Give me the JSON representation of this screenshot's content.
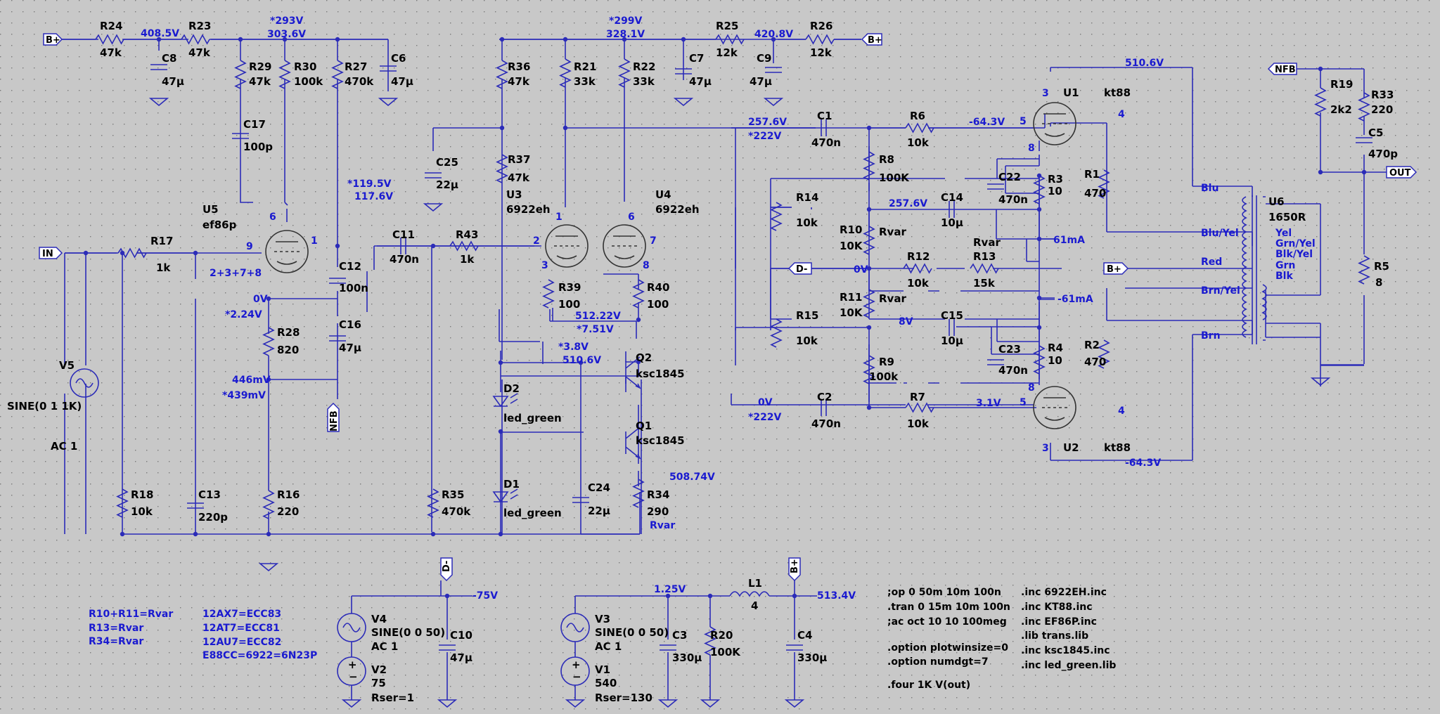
{
  "flags": {
    "bplus": "B+",
    "in": "IN",
    "nfb": "NFB",
    "out": "OUT",
    "dminus": "D-"
  },
  "v": {
    "n1": "408.5V",
    "n2": "*293V",
    "n3": "303.6V",
    "n4": "*299V",
    "n5": "328.1V",
    "n6": "420.8V",
    "n7": "510.6V",
    "n8": "257.6V",
    "n9": "*222V",
    "n10": "-64.3V",
    "n11": "*119.5V",
    "n12": "117.6V",
    "n13": "257.6V",
    "n14": "61mA",
    "n15": "0V",
    "n16": "-61mA",
    "n17": "8V",
    "n18": "0V",
    "n19": "*2.24V",
    "n20": "446mV",
    "n21": "*439mV",
    "n22": "512.22V",
    "n23": "*7.51V",
    "n24": "*3.8V",
    "n25": "510.6V",
    "n26": "0V",
    "n27": "*222V",
    "n28": "3.1V",
    "n29": "508.74V",
    "n30": "-64.3V",
    "n31": "-75V",
    "n32": "1.25V",
    "n33": "513.4V",
    "n34": "2+3+7+8",
    "n35": "Rvar"
  },
  "c": {
    "R24": [
      "R24",
      "47k"
    ],
    "R23": [
      "R23",
      "47k"
    ],
    "C8": [
      "C8",
      "47μ"
    ],
    "R29": [
      "R29",
      "47k"
    ],
    "R30": [
      "R30",
      "100k"
    ],
    "R27": [
      "R27",
      "470k"
    ],
    "C6": [
      "C6",
      "47μ"
    ],
    "C17": [
      "C17",
      "100p"
    ],
    "U5": [
      "U5",
      "ef86p"
    ],
    "R17": [
      "R17",
      "1k"
    ],
    "C12": [
      "C12",
      "100n"
    ],
    "C16": [
      "C16",
      "47μ"
    ],
    "R28": [
      "R28",
      "820"
    ],
    "R16": [
      "R16",
      "220"
    ],
    "R18": [
      "R18",
      "10k"
    ],
    "C13": [
      "C13",
      "220p"
    ],
    "V5": [
      "V5",
      "SINE(0 1 1K)"
    ],
    "V5b": "AC 1",
    "C11": [
      "C11",
      "470n"
    ],
    "R43": [
      "R43",
      "1k"
    ],
    "R35": [
      "R35",
      "470k"
    ],
    "R36": [
      "R36",
      "47k"
    ],
    "C25": [
      "C25",
      "22μ"
    ],
    "R37": [
      "R37",
      "47k"
    ],
    "U3": [
      "U3",
      "6922eh"
    ],
    "R21": [
      "R21",
      "33k"
    ],
    "R22": [
      "R22",
      "33k"
    ],
    "C7": [
      "C7",
      "47μ"
    ],
    "R25": [
      "R25",
      "12k"
    ],
    "R26": [
      "R26",
      "12k"
    ],
    "C9": [
      "C9",
      "47μ"
    ],
    "U4": [
      "U4",
      "6922eh"
    ],
    "R39": [
      "R39",
      "100"
    ],
    "R40": [
      "R40",
      "100"
    ],
    "Q2": [
      "Q2",
      "ksc1845"
    ],
    "Q1": [
      "Q1",
      "ksc1845"
    ],
    "D2": [
      "D2",
      "led_green"
    ],
    "D1": [
      "D1",
      "led_green"
    ],
    "C24": [
      "C24",
      "22μ"
    ],
    "R34": [
      "R34",
      "290"
    ],
    "C1": [
      "C1",
      "470n"
    ],
    "C2": [
      "C2",
      "470n"
    ],
    "R6": [
      "R6",
      "10k"
    ],
    "R7": [
      "R7",
      "10k"
    ],
    "R8": [
      "R8",
      "100K"
    ],
    "R9": [
      "R9",
      "100k"
    ],
    "R14": [
      "R14",
      "10k"
    ],
    "R15": [
      "R15",
      "10k"
    ],
    "R10": [
      "R10",
      "10K"
    ],
    "R11": [
      "R11",
      "10K"
    ],
    "R10v": "Rvar",
    "R11v": "Rvar",
    "C14": [
      "C14",
      "10μ"
    ],
    "C15": [
      "C15",
      "10μ"
    ],
    "R12": [
      "R12",
      "10k"
    ],
    "R13": [
      "R13",
      "15k"
    ],
    "R13v": "Rvar",
    "C22": [
      "C22",
      "470n"
    ],
    "C23": [
      "C23",
      "470n"
    ],
    "R3": [
      "R3",
      "10"
    ],
    "R4": [
      "R4",
      "10"
    ],
    "R1": [
      "R1",
      "470"
    ],
    "R2": [
      "R2",
      "470"
    ],
    "U1": [
      "U1",
      "kt88"
    ],
    "U2": [
      "U2",
      "kt88"
    ],
    "U6": [
      "U6",
      "1650R"
    ],
    "R19": [
      "R19",
      "2k2"
    ],
    "R33": [
      "R33",
      "220"
    ],
    "C5": [
      "C5",
      "470p"
    ],
    "R5": [
      "R5",
      "8"
    ],
    "V4": [
      "V4",
      "SINE(0 0 50)"
    ],
    "V4b": "AC 1",
    "V2": [
      "V2",
      "75"
    ],
    "V2b": "Rser=1",
    "C10": [
      "C10",
      "47μ"
    ],
    "V3": [
      "V3",
      "SINE(0 0 50)"
    ],
    "V3b": "AC 1",
    "V1": [
      "V1",
      "540"
    ],
    "V1b": "Rser=130",
    "C3": [
      "C3",
      "330μ"
    ],
    "R20": [
      "R20",
      "100K"
    ],
    "L1": [
      "L1",
      "4"
    ],
    "C4": [
      "C4",
      "330μ"
    ]
  },
  "pins": {
    "u5_6": "6",
    "u5_1": "1",
    "u5_9": "9",
    "u3_1": "1",
    "u3_2": "2",
    "u3_3": "3",
    "u4_6": "6",
    "u4_7": "7",
    "u4_8": "8",
    "u1_3": "3",
    "u1_4": "4",
    "u1_5": "5",
    "u1_8": "8",
    "u2_3": "3",
    "u2_4": "4",
    "u2_5": "5",
    "u2_8": "8"
  },
  "xf": {
    "blu": "Blu",
    "bluyel": "Blu/Yel",
    "red": "Red",
    "brnyel": "Brn/Yel",
    "brn": "Brn",
    "yel": "Yel",
    "grnyel": "Grn/Yel",
    "blkyel": "Blk/Yel",
    "grn": "Grn",
    "blk": "Blk"
  },
  "notes": {
    "params": [
      "R10+R11=Rvar",
      "R13=Rvar",
      "R34=Rvar"
    ],
    "tubes": [
      "12AX7=ECC83",
      "12AT7=ECC81",
      "12AU7=ECC82",
      "E88CC=6922=6N23P"
    ],
    "sim": [
      ";op 0 50m 10m 100n",
      ".tran 0 15m 10m 100n",
      ";ac oct 10 10 100meg",
      "",
      ".option plotwinsize=0",
      ".option numdgt=7",
      "",
      ".four 1K V(out)"
    ],
    "inc": [
      ".inc 6922EH.inc",
      ".inc KT88.inc",
      ".inc EF86P.inc",
      ".lib trans.lib",
      ".inc ksc1845.inc",
      ".inc led_green.lib"
    ]
  }
}
